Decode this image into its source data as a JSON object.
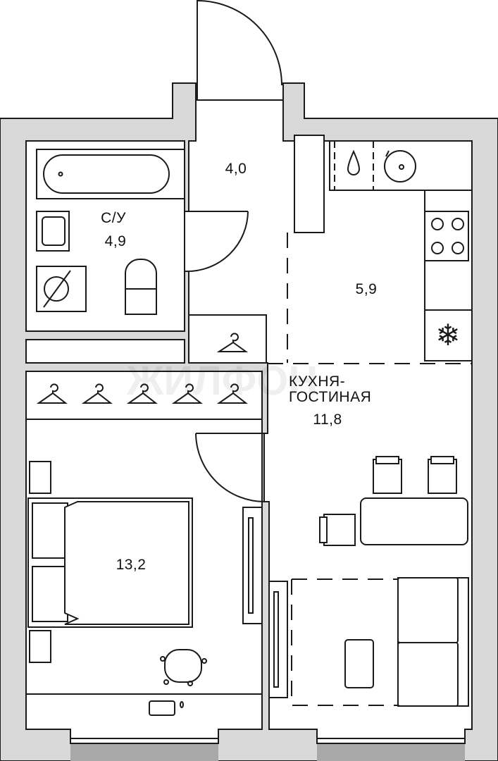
{
  "plan": {
    "rooms": {
      "hall": {
        "area": "4,0"
      },
      "bathroom": {
        "name": "С/У",
        "area": "4,9"
      },
      "kitchen": {
        "area": "5,9"
      },
      "living": {
        "name_line1": "КУХНЯ-",
        "name_line2": "ГОСТИНАЯ",
        "area": "11,8"
      },
      "bedroom": {
        "area": "13,2"
      }
    },
    "watermark": "ЖИЛФОН",
    "colors": {
      "wall": "#d9d9d9",
      "window": "#a8a8a8",
      "line": "#1a1a1a"
    }
  }
}
